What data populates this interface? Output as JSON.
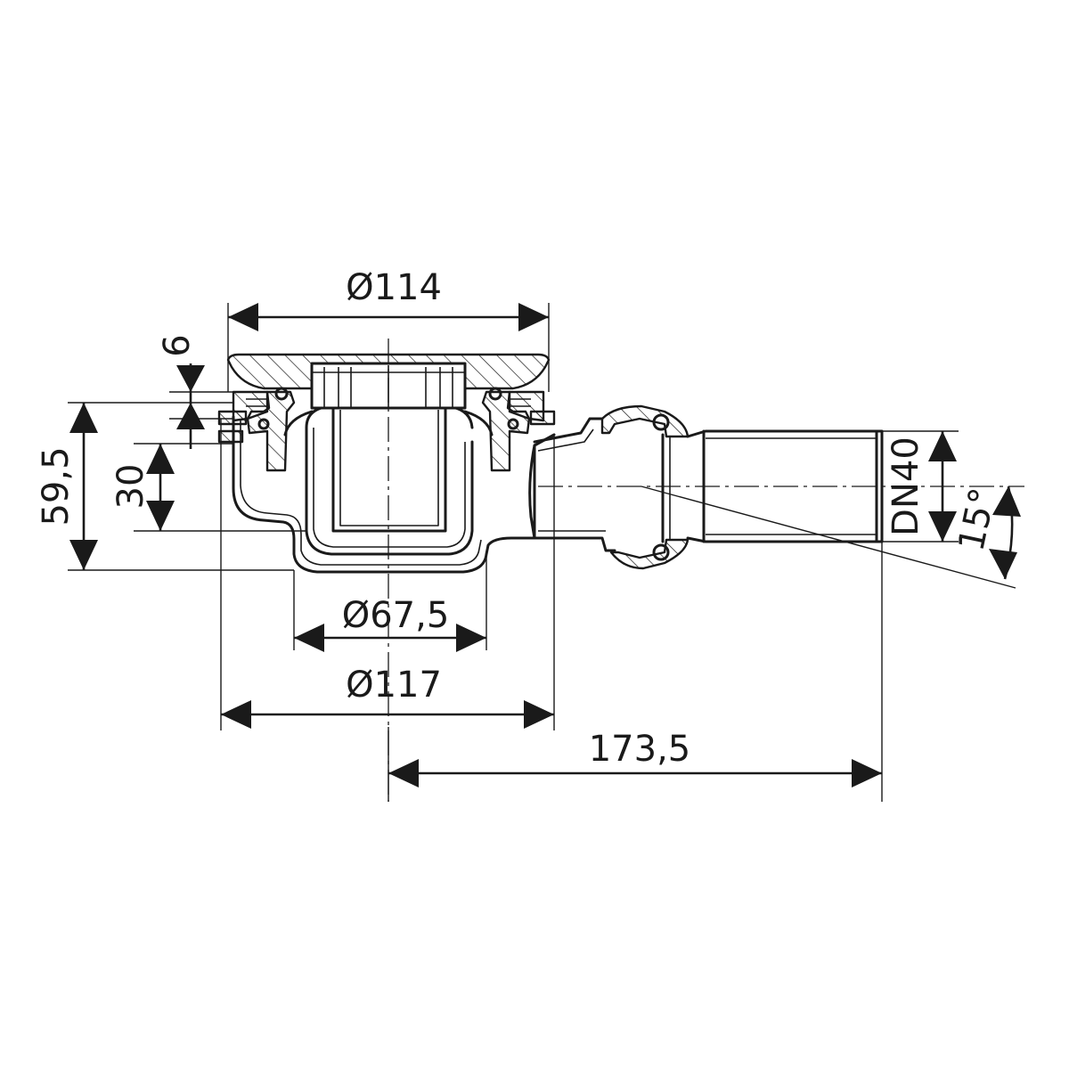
{
  "dimensions": {
    "top_diameter": "Ø114",
    "flange_thickness": "6",
    "total_height": "59,5",
    "water_seal": "30",
    "inner_diameter": "Ø67,5",
    "body_diameter": "Ø117",
    "outlet_length": "173,5",
    "outlet_size": "DN40",
    "outlet_angle": "15°"
  },
  "colors": {
    "line": "#1a1a1a",
    "background": "#ffffff"
  }
}
